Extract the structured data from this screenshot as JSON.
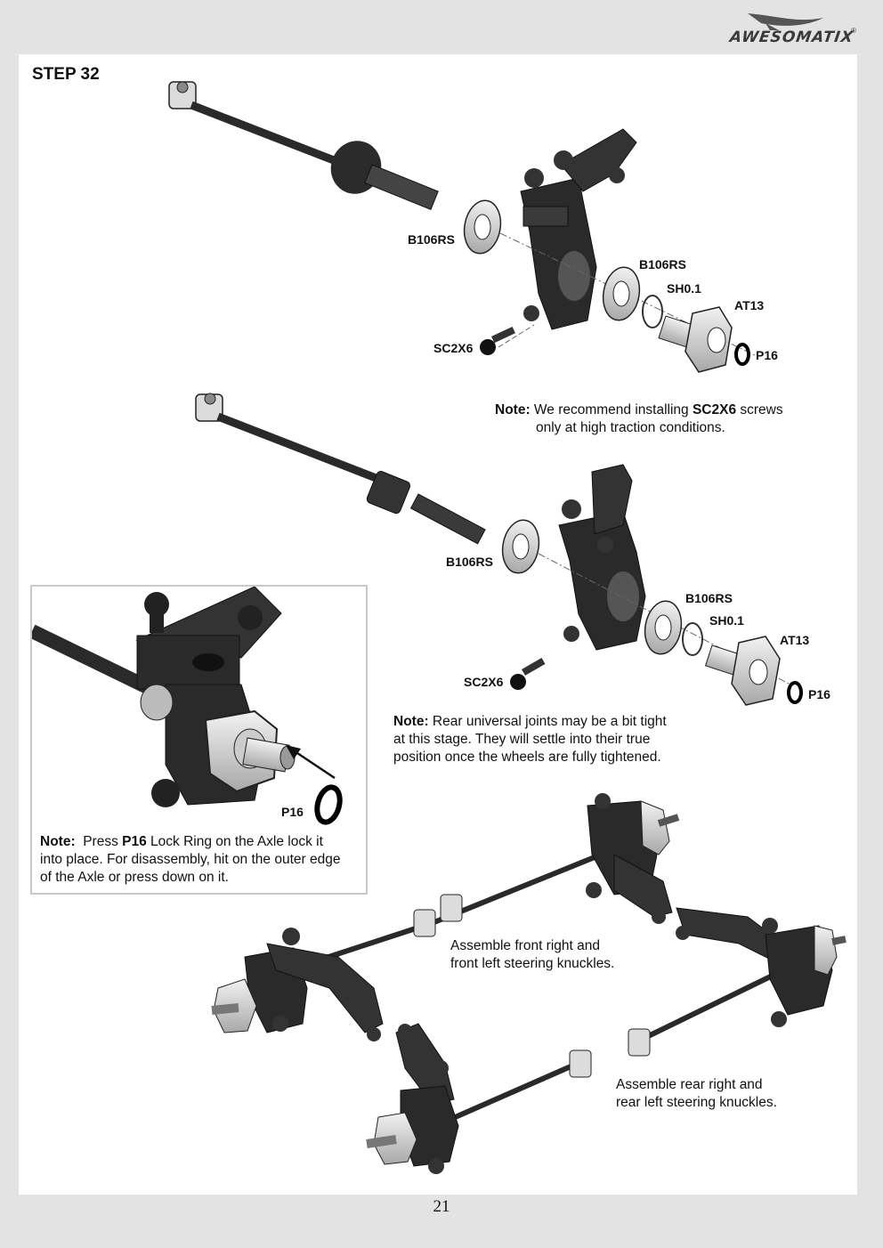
{
  "brand": {
    "logo": "AWESOMATIX",
    "registered": "®"
  },
  "step_title": "STEP 32",
  "top_assembly": {
    "labels": {
      "bearing_inner": "B106RS",
      "bearing_outer": "B106RS",
      "shim": "SH0.1",
      "axle": "AT13",
      "lock_ring": "P16",
      "screw": "SC2X6"
    },
    "note": {
      "prefix": "Note:",
      "text_1": " We recommend installing ",
      "bold": "SC2X6",
      "text_2": " screws",
      "line_2": "only at high traction conditions."
    }
  },
  "middle_assembly": {
    "labels": {
      "bearing_inner": "B106RS",
      "bearing_outer": "B106RS",
      "shim": "SH0.1",
      "axle": "AT13",
      "lock_ring": "P16",
      "screw": "SC2X6"
    },
    "note": {
      "prefix": "Note:",
      "line_1": " Rear universal joints may be a bit tight",
      "line_2": "at this stage. They will settle into their true",
      "line_3": "position once the wheels are fully tightened."
    }
  },
  "inset": {
    "label": "P16",
    "note": {
      "prefix": "Note:",
      "text_1": "  Press ",
      "bold": "P16",
      "text_2": " Lock Ring on the Axle lock it",
      "line_2": "into place. For disassembly, hit on the outer edge",
      "line_3": "of the Axle or press down on it."
    }
  },
  "bottom": {
    "front_text": {
      "line_1": "Assemble front right and",
      "line_2": "front left steering knuckles."
    },
    "rear_text": {
      "line_1": "Assemble rear right and",
      "line_2": "rear left steering knuckles."
    }
  },
  "page_number": "21"
}
